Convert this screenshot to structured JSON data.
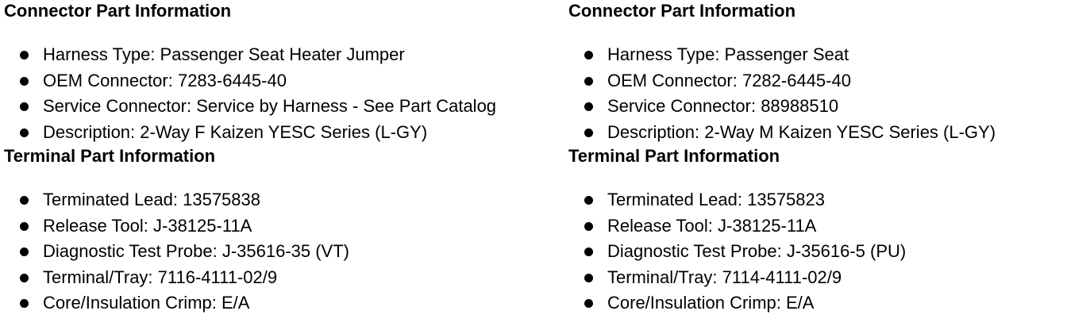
{
  "left": {
    "connector": {
      "title": "Connector Part Information",
      "items": [
        "Harness Type: Passenger Seat Heater Jumper",
        "OEM Connector: 7283-6445-40",
        "Service Connector: Service by Harness - See Part Catalog",
        "Description: 2-Way F Kaizen YESC Series (L-GY)"
      ]
    },
    "terminal": {
      "title": "Terminal Part Information",
      "items": [
        "Terminated Lead: 13575838",
        "Release Tool: J-38125-11A",
        "Diagnostic Test Probe: J-35616-35 (VT)",
        "Terminal/Tray: 7116-4111-02/9",
        "Core/Insulation Crimp: E/A"
      ]
    }
  },
  "right": {
    "connector": {
      "title": "Connector Part Information",
      "items": [
        "Harness Type: Passenger Seat",
        "OEM Connector: 7282-6445-40",
        "Service Connector: 88988510",
        "Description: 2-Way M Kaizen YESC Series (L-GY)"
      ]
    },
    "terminal": {
      "title": "Terminal Part Information",
      "items": [
        "Terminated Lead: 13575823",
        "Release Tool: J-38125-11A",
        "Diagnostic Test Probe: J-35616-5 (PU)",
        "Terminal/Tray: 7114-4111-02/9",
        "Core/Insulation Crimp: E/A"
      ]
    }
  }
}
